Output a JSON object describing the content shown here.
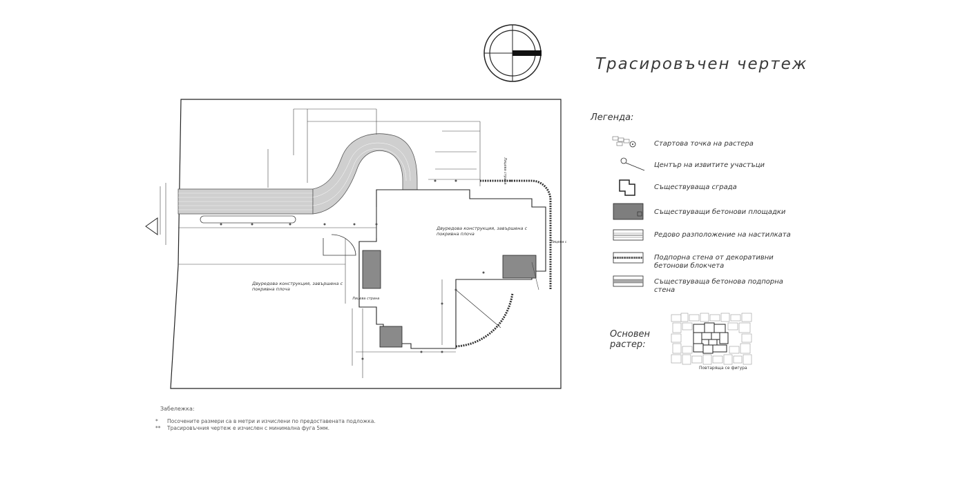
{
  "title": "Трасировъчен чертеж",
  "legend": {
    "heading": "Легенда:",
    "items": [
      {
        "icon": "start-point-icon",
        "label": "Стартова точка на растера"
      },
      {
        "icon": "curve-center-icon",
        "label": "Център на извитите участъци"
      },
      {
        "icon": "existing-building-icon",
        "label": "Съществуваща сграда"
      },
      {
        "icon": "concrete-area-icon",
        "label": "Съществуващи бетонови площадки"
      },
      {
        "icon": "paving-layout-icon",
        "label": "Редово разположение на настилката"
      },
      {
        "icon": "retaining-wall-blocks-icon",
        "label_1": "Подпорна стена от декоративни",
        "label_2": "бетонови блокчета"
      },
      {
        "icon": "existing-retaining-wall-icon",
        "label_1": "Съществуваща бетонова подпорна",
        "label_2": "стена"
      }
    ]
  },
  "raster": {
    "label_1": "Основен",
    "label_2": "растер:",
    "caption": "Повтаряща се фигура"
  },
  "plan": {
    "label_upper_1": "Двуредова конструкция, завършена с",
    "label_upper_2": "покривна плоча",
    "label_lower_1": "Двуредова конструкция, завършена с",
    "label_lower_2": "покривна плоча",
    "facade_label": "Лицева страна"
  },
  "notes": {
    "heading": "Забележка:",
    "lines": [
      {
        "marker": "*",
        "text": "Посочените размери са в метри и изчислени по предоставената подложка."
      },
      {
        "marker": "**",
        "text": "Трасировъчния чертеж е изчислен с минимална фуга 5мм."
      }
    ]
  }
}
